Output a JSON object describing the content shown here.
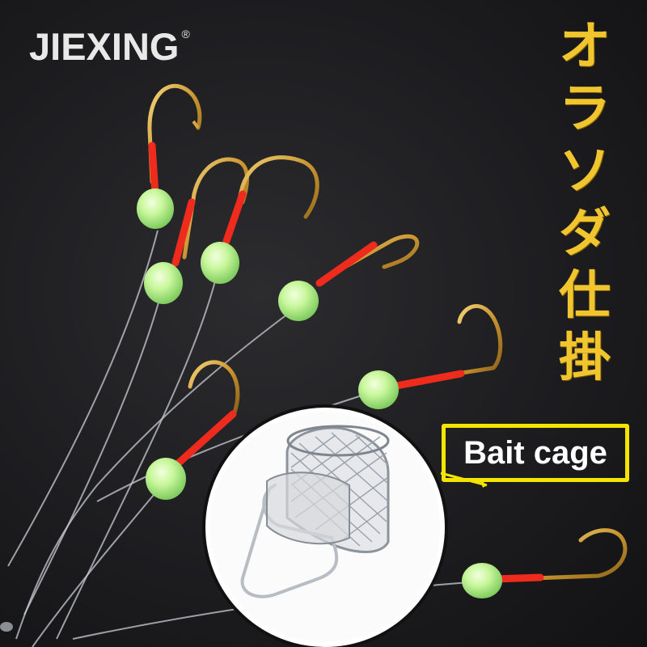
{
  "brand": {
    "name": "JIEXING",
    "mark": "®"
  },
  "title": {
    "chars": [
      "オ",
      "ラ",
      "ソ",
      "ダ",
      "仕",
      "掛"
    ]
  },
  "callout": {
    "label": "Bait cage"
  },
  "colors": {
    "background": "#1d1d20",
    "title_gold": "#f1c52e",
    "callout_border": "#f4e500",
    "hook_gold": "#d4a13a",
    "red_tube": "#ee2b1c",
    "glow_bead": "#c8f59a"
  },
  "image": {
    "subject": "fishing rig with gold hooks, red tubing, luminous green beads and a mesh bait cage inset"
  }
}
